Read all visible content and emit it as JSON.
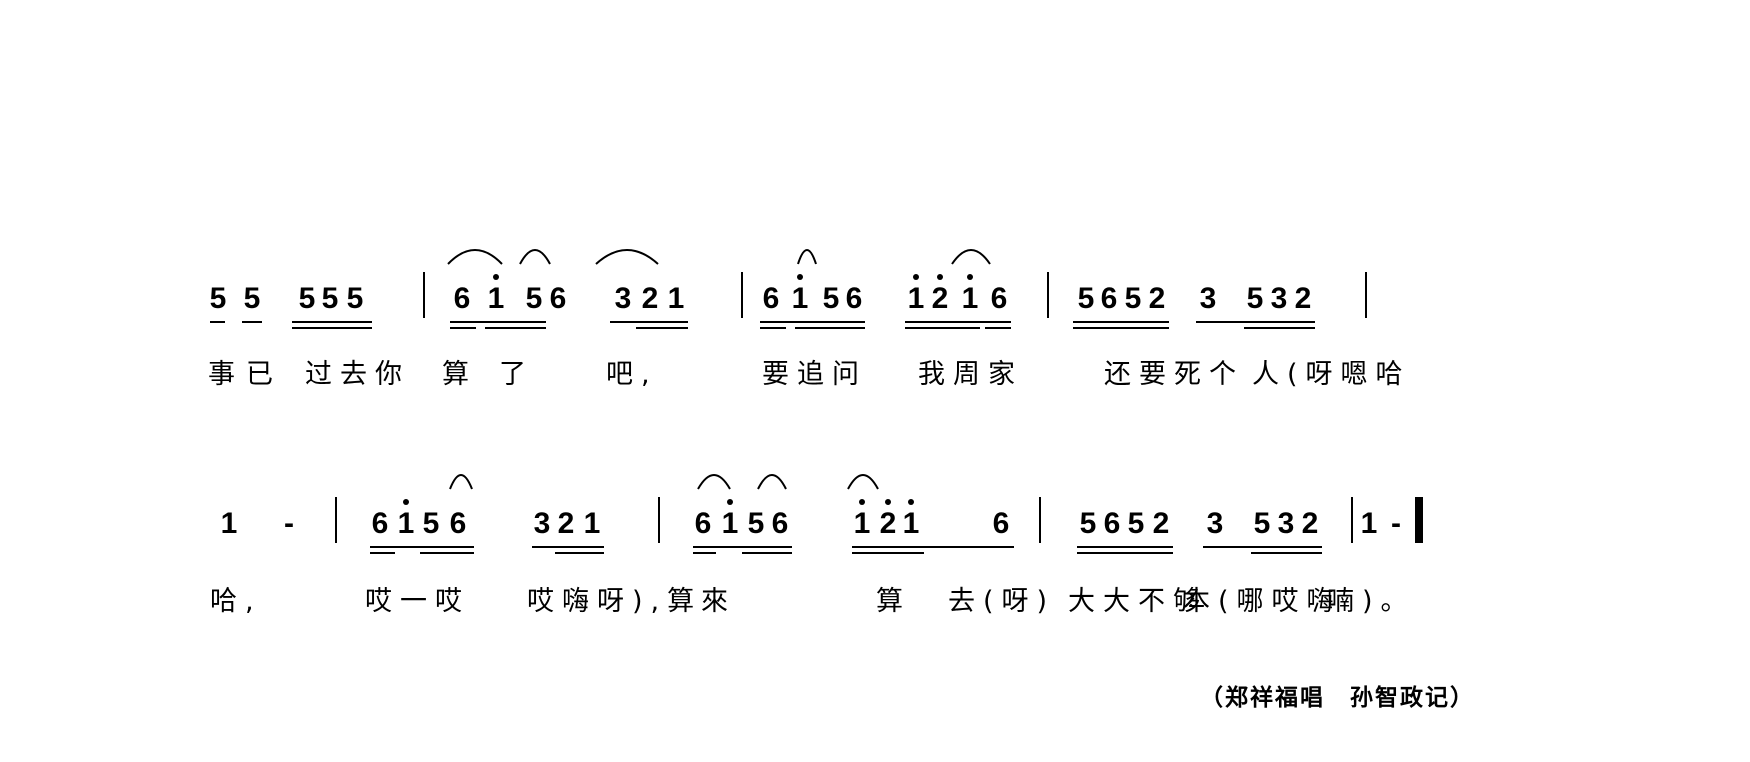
{
  "rows": [
    {
      "notes": [
        "5",
        "5",
        "5",
        "5",
        "5",
        "6",
        "i",
        "5",
        "6",
        "3",
        "2",
        "1",
        "6",
        "i",
        "5",
        "6",
        "i",
        "2",
        "i",
        "6",
        "5",
        "6",
        "5",
        "2",
        "3",
        "5",
        "3",
        "2"
      ],
      "lyrics": [
        "事",
        "已",
        "过去你",
        "算",
        "了",
        "吧,",
        "要追问",
        "我周家",
        "还要死个",
        "人(呀嗯哈"
      ]
    },
    {
      "notes": [
        "1",
        "-",
        "6",
        "i",
        "5",
        "6",
        "3",
        "2",
        "1",
        "6",
        "i",
        "5",
        "6",
        "i",
        "2",
        "i",
        "6",
        "5",
        "6",
        "5",
        "2",
        "3",
        "5",
        "3",
        "2",
        "1",
        "-"
      ],
      "lyrics": [
        "哈,",
        "哎一哎",
        "哎嗨呀),算",
        "來",
        "算",
        "去(呀)",
        "大大不够",
        "本(哪哎嗨",
        "喃)。"
      ]
    }
  ],
  "credit": "（郑祥福唱　孙智政记）"
}
